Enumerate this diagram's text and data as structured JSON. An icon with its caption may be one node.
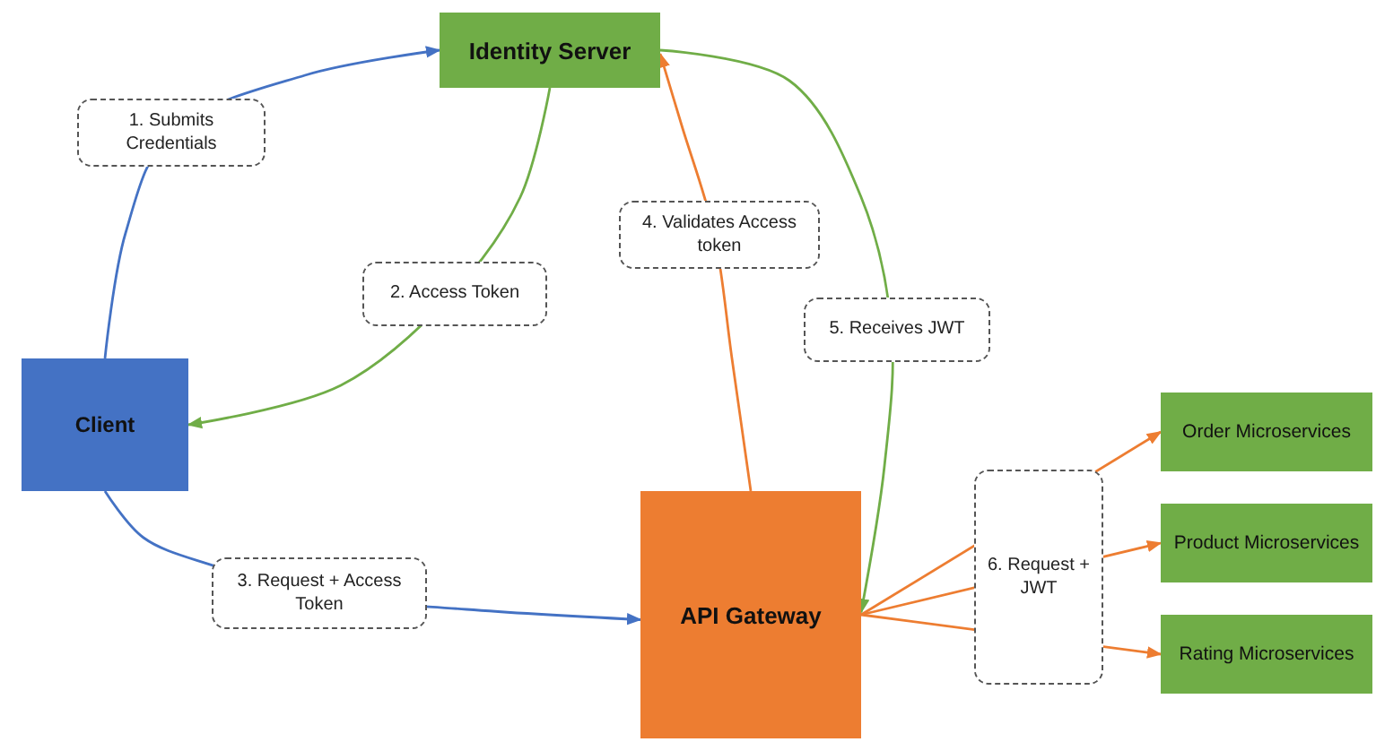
{
  "diagram": {
    "nodes": [
      {
        "text": [
          "Identity Server"
        ]
      },
      {
        "text": [
          "Client"
        ]
      },
      {
        "text": [
          "API Gateway"
        ]
      },
      {
        "text": [
          "Order Microservices"
        ]
      },
      {
        "text": [
          "Product Microservices"
        ]
      },
      {
        "text": [
          "Rating Microservices"
        ]
      }
    ],
    "edges": [
      {
        "from": 1,
        "to": 0,
        "arrow": "to",
        "label": "1. Submits Credentials",
        "color": "#4472c4"
      },
      {
        "from": 0,
        "to": 1,
        "arrow": "to",
        "label": "2. Access Token",
        "color": "#70ad47"
      },
      {
        "from": 1,
        "to": 2,
        "arrow": "to",
        "label": "3. Request + Access Token",
        "color": "#4472c4"
      },
      {
        "from": 2,
        "to": 0,
        "arrow": "to",
        "label": "4. Validates Access token",
        "color": "#ed7d31"
      },
      {
        "from": 0,
        "to": 2,
        "arrow": "to",
        "label": "5. Receives JWT",
        "color": "#70ad47"
      },
      {
        "from": 2,
        "to": 3,
        "arrow": "to",
        "color": "#ed7d31"
      },
      {
        "from": 2,
        "to": 4,
        "arrow": "to",
        "label": "6. Request + JWT",
        "color": "#ed7d31"
      },
      {
        "from": 2,
        "to": 5,
        "arrow": "to",
        "color": "#ed7d31"
      }
    ]
  }
}
